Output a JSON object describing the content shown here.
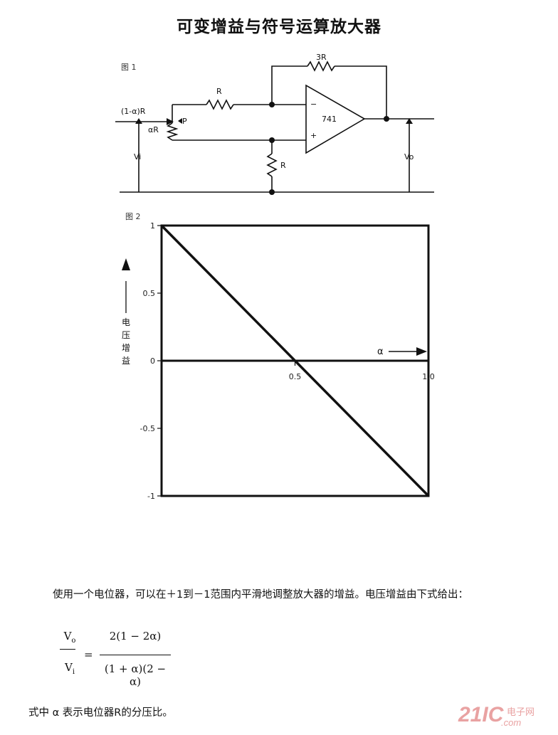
{
  "title": "可变增益与符号运算放大器",
  "figure1": {
    "label": "图 1",
    "labels": {
      "feedback": "3R",
      "input_r": "R",
      "top_pot": "(1-α)R",
      "bottom_pot": "αR",
      "pot": "P",
      "opamp": "741",
      "minus": "−",
      "plus": "+",
      "ground_r": "R",
      "vin": "Vi",
      "vout": "Vo"
    }
  },
  "figure2": {
    "label": "图 2",
    "ylabel_chars": [
      "电",
      "压",
      "增",
      "益"
    ],
    "xlabel": "α"
  },
  "chart_data": {
    "type": "line",
    "title": "",
    "xlabel": "α",
    "ylabel": "电压增益",
    "xlim": [
      0,
      1.0
    ],
    "ylim": [
      -1,
      1
    ],
    "x_tick_labels": [
      "0.5",
      "1.0"
    ],
    "y_tick_labels": [
      "1",
      "0.5",
      "0",
      "-0.5",
      "-1"
    ],
    "series": [
      {
        "x": [
          0,
          0.5,
          1.0
        ],
        "y": [
          1,
          0,
          -1
        ]
      }
    ]
  },
  "body": {
    "paragraph": "使用一个电位器，可以在＋1到－1范围内平滑地调整放大器的增益。电压增益由下式给出：",
    "formula": {
      "lhs_num": "V",
      "lhs_num_sub": "o",
      "lhs_den": "V",
      "lhs_den_sub": "i",
      "eq": "=",
      "rhs_num": "2(1 − 2α)",
      "rhs_den": "(1 + α)(2 − α)"
    },
    "note": "式中 α 表示电位器R的分压比。"
  },
  "watermark": {
    "logo": "21IC",
    "cn": "电子网",
    "domain": ".com"
  },
  "colors": {
    "ink": "#111111",
    "watermark": "#e9a2a2"
  }
}
